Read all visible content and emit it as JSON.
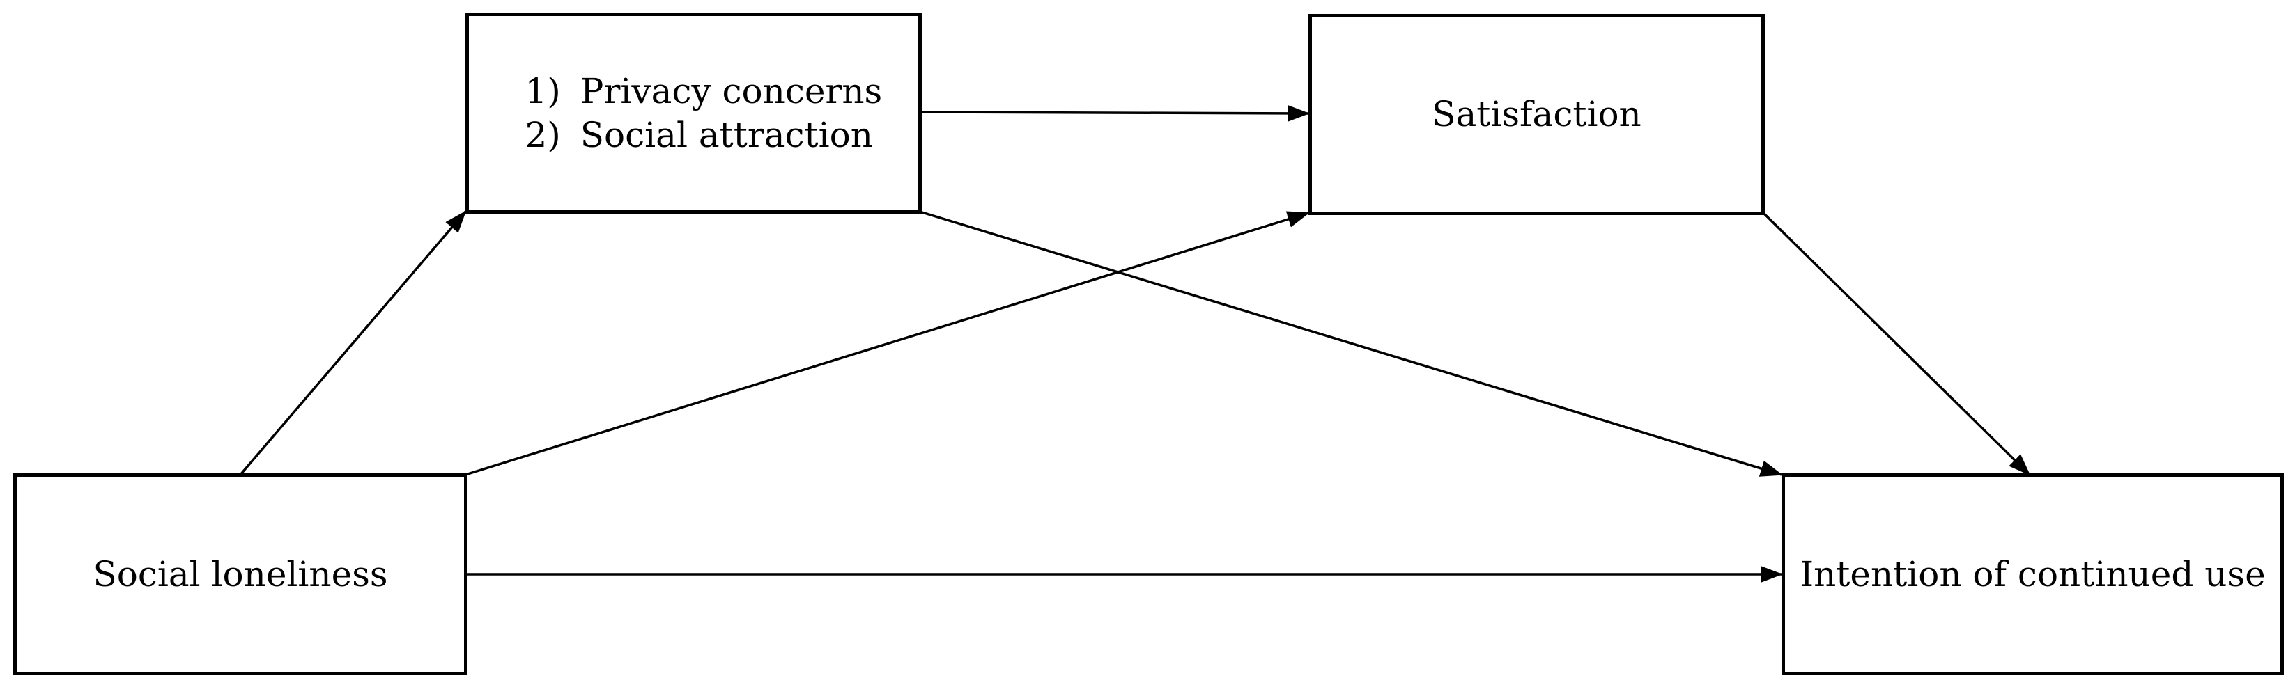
{
  "nodes": {
    "mediators": {
      "items": [
        {
          "number": "1)",
          "label": "Privacy concerns"
        },
        {
          "number": "2)",
          "label": "Social attraction"
        }
      ]
    },
    "satisfaction": {
      "label": "Satisfaction"
    },
    "social_loneliness": {
      "label": "Social loneliness"
    },
    "intention": {
      "label": "Intention of continued use"
    }
  },
  "edges": [
    {
      "from": "social_loneliness",
      "to": "mediators"
    },
    {
      "from": "social_loneliness",
      "to": "satisfaction"
    },
    {
      "from": "social_loneliness",
      "to": "intention"
    },
    {
      "from": "mediators",
      "to": "satisfaction"
    },
    {
      "from": "mediators",
      "to": "intention"
    },
    {
      "from": "satisfaction",
      "to": "intention"
    }
  ],
  "colors": {
    "stroke": "#000000",
    "background": "#ffffff"
  }
}
